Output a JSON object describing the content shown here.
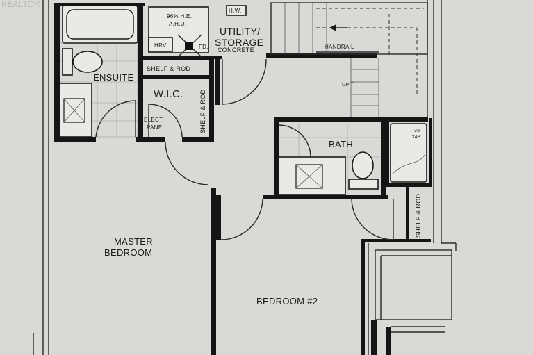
{
  "watermark": "REALTOR",
  "rooms": {
    "ensuite": "ENSUITE",
    "wic": "W.I.C.",
    "utility_line1": "UTILITY/",
    "utility_line2": "STORAGE",
    "utility_sub": "CONCRETE",
    "bath": "BATH",
    "master_line1": "MASTER",
    "master_line2": "BEDROOM",
    "bedroom2": "BEDROOM #2"
  },
  "annotations": {
    "hw": "H.W.",
    "ahu_line1": "96% H.E.",
    "ahu_line2": "A.H.U.",
    "hrv": "HRV",
    "fd": "FD.",
    "shelf_rod_top": "SHELF & ROD",
    "shelf_rod_wic": "SHELF & ROD",
    "shelf_rod_right": "SHELF & ROD",
    "elect_line1": "ELECT.",
    "elect_line2": "PANEL",
    "handrail": "HANDRAIL",
    "up": "UP",
    "shower_line1": "36'",
    "shower_line2": "x48'"
  }
}
